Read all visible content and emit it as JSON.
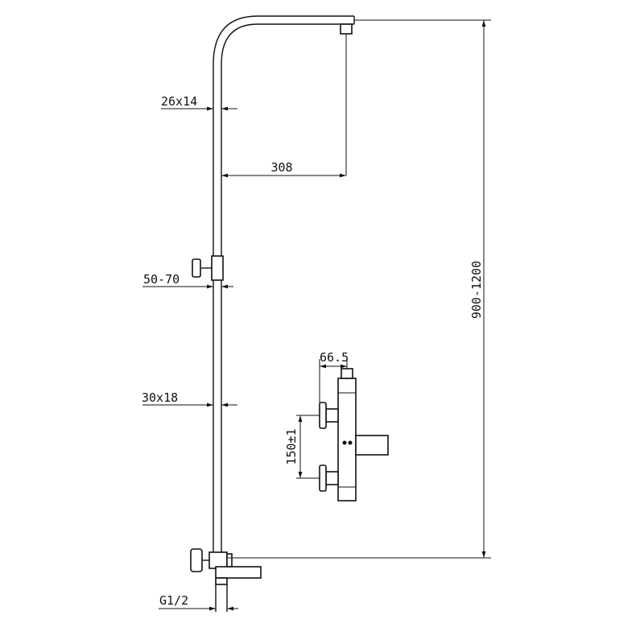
{
  "drawing": {
    "title": "",
    "line_color": "#111111",
    "background": "#ffffff"
  },
  "dimensions": {
    "pipe_upper": "26x14",
    "arm_reach": "308",
    "holder_range": "50-70",
    "pipe_lower": "30x18",
    "inlet_thread": "G1/2",
    "total_height": "900-1200",
    "valve_depth": "66.5",
    "inlet_spacing": "150±1"
  }
}
